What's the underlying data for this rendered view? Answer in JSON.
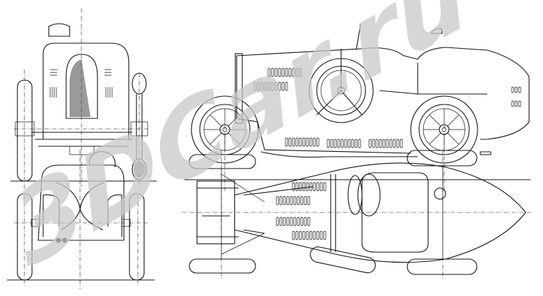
{
  "drawing": {
    "views": [
      "front-view",
      "side-view",
      "rear-view",
      "top-view"
    ],
    "line_color": "#111111",
    "background": "#ffffff"
  },
  "watermark": {
    "text": "3DCar.ru",
    "color": "#c8c8c8"
  }
}
